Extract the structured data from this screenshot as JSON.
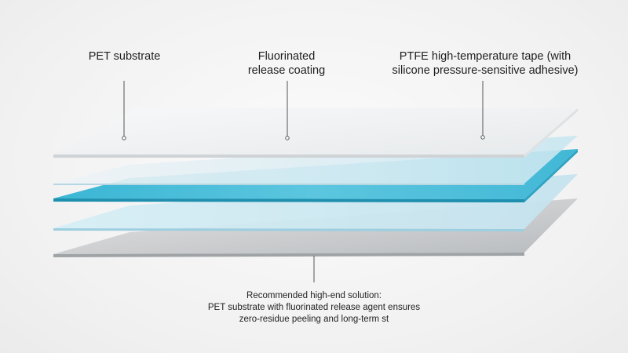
{
  "labels": {
    "pet_substrate": "PET substrate",
    "fluorinated": [
      "Fluorinated",
      "release coating"
    ],
    "ptfe": [
      "PTFE high-temperature tape (with",
      "silicone pressure-sensitive adhesive)"
    ]
  },
  "caption": {
    "title": "Recommended high-end solution:",
    "lines": [
      "PET substrate with fluorinated release agent ensures",
      "zero-residue peeling and long-term st"
    ]
  },
  "colors": {
    "background": "#f3f3f3",
    "cyan_layer": "#3fb9d6",
    "light_blue_layer": "#cfe9f1",
    "grey_layer": "#c9cbcd",
    "leader_line": "#555555"
  }
}
